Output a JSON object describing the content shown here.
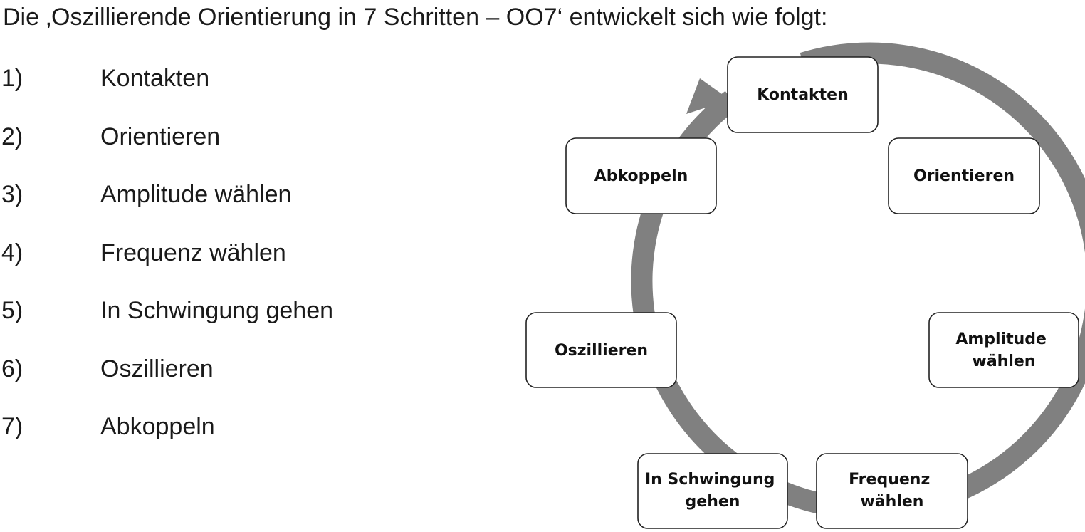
{
  "intro": "Die ‚Oszillierende Orientierung in 7 Schritten – OO7‘ entwickelt sich wie folgt:",
  "steps": [
    {
      "num": "1)",
      "label": "Kontakten"
    },
    {
      "num": "2)",
      "label": "Orientieren"
    },
    {
      "num": "3)",
      "label": "Amplitude wählen"
    },
    {
      "num": "4)",
      "label": "Frequenz wählen"
    },
    {
      "num": "5)",
      "label": "In Schwingung gehen"
    },
    {
      "num": "6)",
      "label": "Oszillieren"
    },
    {
      "num": "7)",
      "label": "Abkoppeln"
    }
  ],
  "diagram": {
    "ring_color": "#808080",
    "nodes": [
      {
        "lines": [
          "Kontakten"
        ]
      },
      {
        "lines": [
          "Orientieren"
        ]
      },
      {
        "lines": [
          "Amplitude",
          "wählen"
        ]
      },
      {
        "lines": [
          "Frequenz",
          "wählen"
        ]
      },
      {
        "lines": [
          "In Schwingung",
          "gehen"
        ]
      },
      {
        "lines": [
          "Oszillieren"
        ]
      },
      {
        "lines": [
          "Abkoppeln"
        ]
      }
    ]
  }
}
